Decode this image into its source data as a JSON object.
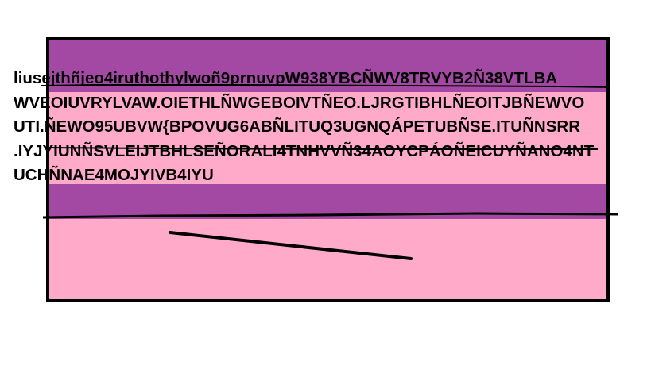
{
  "colors": {
    "background": "#ffffff",
    "outline": "#000000",
    "purple_fill": "#a349a4",
    "pink_fill": "#ffaac8",
    "text": "#000000"
  },
  "scribble": {
    "lines": [
      "liusejthñjeo4iruthothylwoñ9prnuvpW938YBCÑWV8TRVYB2Ñ38VTLBA",
      "WVEOIUVRYLVAW.OIETHLÑWGEBOIVTÑEO.LJRGTIBHLÑEOITJBÑEWVO",
      "UTI.ÑEWO95UBVW{BPOVUG6ABÑLITUQ3UGNQÁPETUBÑSE.ITUÑNSRR",
      ".IYJYIUNÑSVLEIJTBHLSEÑORALI4TNHVVÑ34AOYCPÁOÑEICUYÑANO4NT",
      "UCHÑNAE4MOJYIVB4IYU"
    ]
  }
}
